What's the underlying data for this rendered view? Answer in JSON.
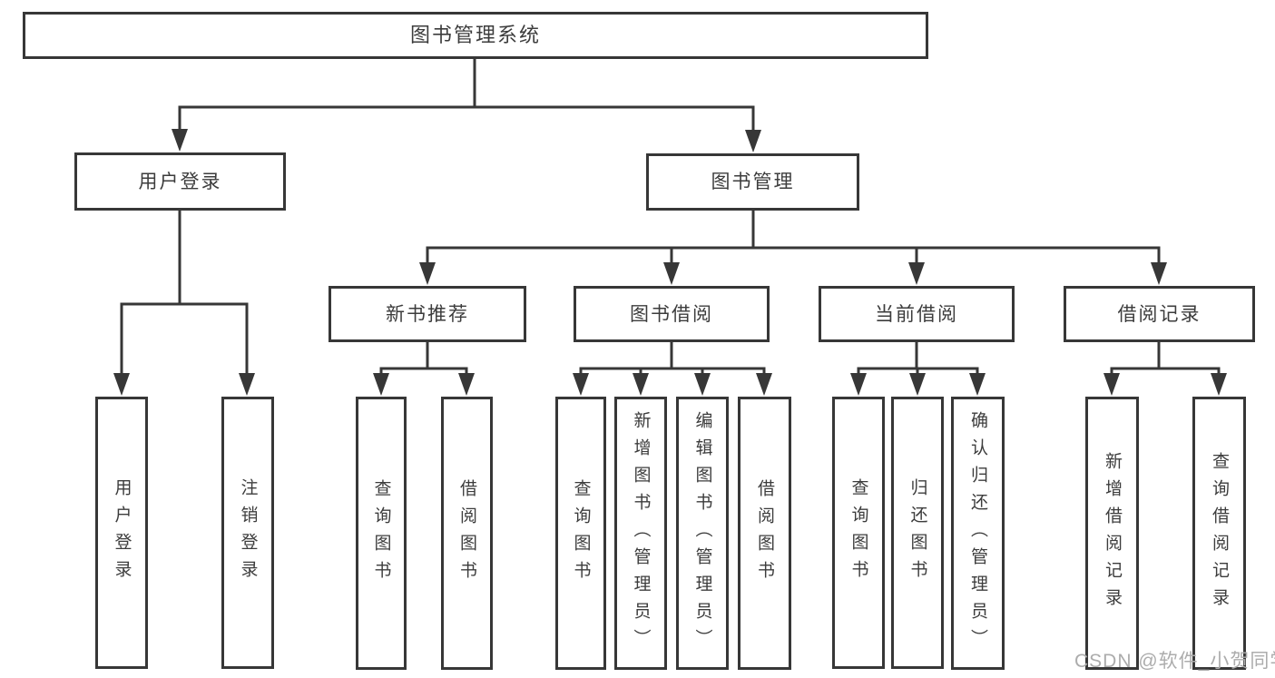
{
  "tree": {
    "label": "图书管理系统",
    "children": [
      {
        "label": "用户登录",
        "children": [
          {
            "label": "用户登录"
          },
          {
            "label": "注销登录"
          }
        ]
      },
      {
        "label": "图书管理",
        "children": [
          {
            "label": "新书推荐",
            "children": [
              {
                "label": "查询图书"
              },
              {
                "label": "借阅图书"
              }
            ]
          },
          {
            "label": "图书借阅",
            "children": [
              {
                "label": "查询图书"
              },
              {
                "label": "新增图书（管理员）"
              },
              {
                "label": "编辑图书（管理员）"
              },
              {
                "label": "借阅图书"
              }
            ]
          },
          {
            "label": "当前借阅",
            "children": [
              {
                "label": "查询图书"
              },
              {
                "label": "归还图书"
              },
              {
                "label": "确认归还（管理员）"
              }
            ]
          },
          {
            "label": "借阅记录",
            "children": [
              {
                "label": "新增借阅记录"
              },
              {
                "label": "查询借阅记录"
              }
            ]
          }
        ]
      }
    ]
  },
  "watermark": {
    "text": "CSDN @软件_小贺同学"
  },
  "colors": {
    "line": "#373737",
    "text": "#3c3c3c",
    "watermark": "#acacac",
    "background": "#ffffff"
  }
}
